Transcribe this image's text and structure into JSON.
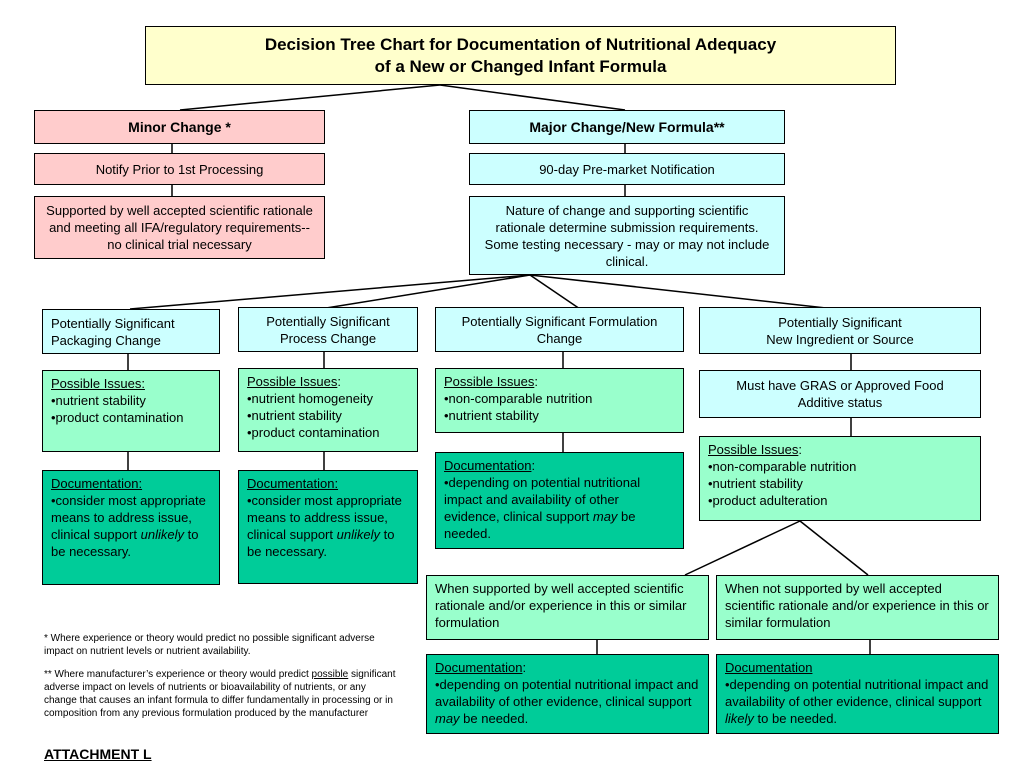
{
  "title": {
    "line1": "Decision Tree Chart for Documentation of  Nutritional Adequacy",
    "line2": "of a New or Changed Infant Formula"
  },
  "minor": {
    "header": "Minor Change *",
    "notify": "Notify Prior to 1st Processing",
    "desc": "Supported by well accepted scientific rationale and meeting all IFA/regulatory requirements--no clinical trial necessary"
  },
  "major": {
    "header": "Major Change/New Formula**",
    "notify": "90-day Pre-market Notification",
    "desc": "Nature of change and supporting scientific rationale determine submission requirements. Some testing necessary - may or may not include clinical."
  },
  "packaging": {
    "header": "Potentially Significant Packaging Change",
    "issues_label": "Possible Issues:",
    "issues": [
      "•nutrient stability",
      "•product contamination"
    ],
    "doc_label": "Documentation:",
    "doc_pre": "•consider most appropriate means to address issue, clinical support ",
    "doc_em": "unlikely",
    "doc_post": " to be necessary."
  },
  "process": {
    "header": "Potentially Significant Process Change",
    "issues_label": "Possible Issues",
    "issues_colon": ":",
    "issues": [
      "•nutrient homogeneity",
      "•nutrient stability",
      "•product contamination"
    ],
    "doc_label": "Documentation:",
    "doc_pre": "•consider most appropriate means to address issue, clinical support ",
    "doc_em": "unlikely",
    "doc_post": " to be necessary."
  },
  "formulation": {
    "header": "Potentially  Significant Formulation Change",
    "issues_label": "Possible Issues",
    "issues_colon": ":",
    "issues": [
      "•non-comparable nutrition",
      "•nutrient stability"
    ],
    "doc_label": "Documentation",
    "doc_colon": ":",
    "doc_pre": "•depending on potential nutritional impact and availability of other evidence, clinical support ",
    "doc_em": "may",
    "doc_post": " be needed."
  },
  "ingredient": {
    "header_line1": "Potentially Significant",
    "header_line2": "New Ingredient or Source",
    "gras": "Must have GRAS or Approved Food Additive status",
    "issues_label": "Possible Issues",
    "issues_colon": ":",
    "issues": [
      "•non-comparable nutrition",
      "•nutrient stability",
      "•product adulteration"
    ],
    "supported": "When supported by well accepted scientific rationale and/or experience in this or similar formulation",
    "not_supported": "When not supported by well accepted scientific rationale and/or experience in this or similar formulation",
    "doc_left_label": "Documentation",
    "doc_left_colon": ":",
    "doc_left_pre": "•depending on potential nutritional impact and availability of other evidence, clinical support ",
    "doc_left_em": "may",
    "doc_left_post": " be needed.",
    "doc_right_label": "Documentation",
    "doc_right_pre": "•depending on potential nutritional impact and availability of other evidence, clinical support ",
    "doc_right_em": "likely",
    "doc_right_post": " to be needed."
  },
  "footnotes": {
    "note1": "* Where experience or theory would predict no possible significant adverse impact on nutrient levels or nutrient availability.",
    "note2_pre": "** Where manufacturer’s experience or theory would predict ",
    "note2_u": "possible",
    "note2_post": " significant adverse impact on levels of nutrients or bioavailability of nutrients, or any change that causes an infant formula to differ fundamentally in processing or in composition from any previous formulation produced by the manufacturer"
  },
  "attachment": "ATTACHMENT L",
  "colors": {
    "title_bg": "#ffffcc",
    "minor_bg": "#ffcccc",
    "major_bg": "#ccffff",
    "issues_bg": "#99ffcc",
    "doc_bg": "#00cc99"
  }
}
